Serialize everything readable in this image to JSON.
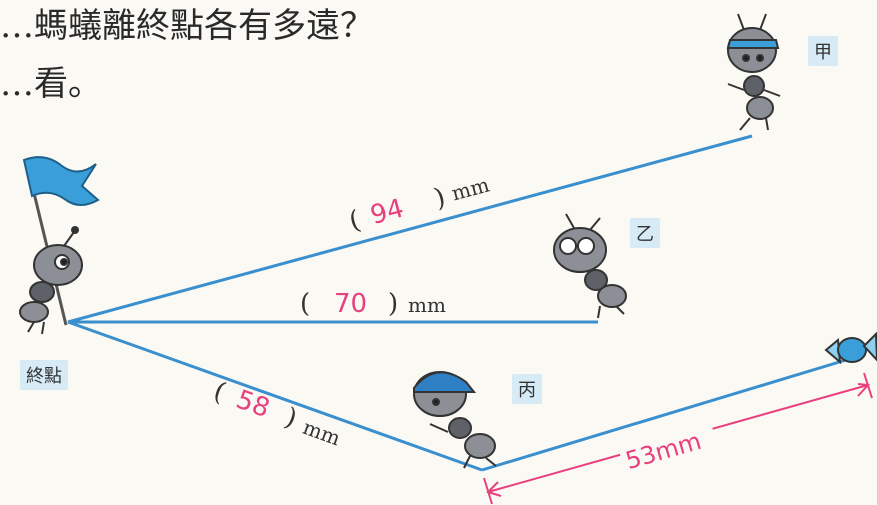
{
  "question": {
    "line1": "…螞蟻離終點各有多遠？",
    "line2": "…看。"
  },
  "labels": {
    "finish": "終點",
    "ant_a": "甲",
    "ant_b": "乙",
    "ant_c": "丙"
  },
  "measurements": {
    "a": {
      "open": "(",
      "value": "94",
      "close": ")",
      "unit": "mm"
    },
    "b": {
      "open": "(",
      "value": "70",
      "close": ")",
      "unit": "mm"
    },
    "c": {
      "open": "(",
      "value": "58",
      "close": ")",
      "unit": "mm"
    },
    "d": {
      "value": "53mm"
    }
  },
  "colors": {
    "line": "#3a8fce",
    "answer": "#e8407f",
    "label_bg": "#d6ebf6",
    "flag": "#3a9fd8"
  }
}
